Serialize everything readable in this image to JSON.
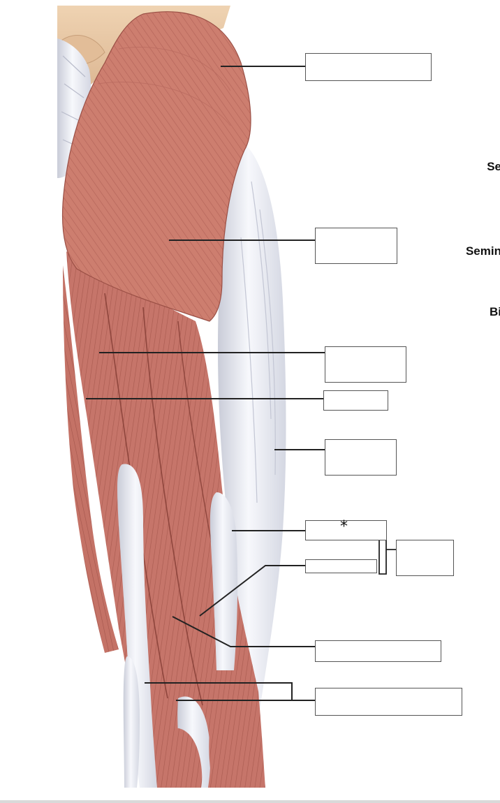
{
  "side_labels": [
    "Se",
    "Semin",
    "Bi"
  ],
  "markers": {
    "asterisk": "*"
  },
  "blank_labels": [
    {
      "id": "gluteus-maximus-blank"
    },
    {
      "id": "gluteus-lower-blank"
    },
    {
      "id": "adductor-blank"
    },
    {
      "id": "gracilis-blank"
    },
    {
      "id": "iliotibial-tract-blank"
    },
    {
      "id": "biceps-long-head-blank"
    },
    {
      "id": "biceps-short-head-blank"
    },
    {
      "id": "biceps-group-blank"
    },
    {
      "id": "semitendinosus-blank"
    },
    {
      "id": "semimembranosus-blank"
    }
  ],
  "colors": {
    "muscle": "#c9786a",
    "muscle_dark": "#a9584c",
    "tendon": "#eef0f6",
    "skin": "#e8c9a8",
    "leader_line": "#222222",
    "box_border": "#555555"
  }
}
